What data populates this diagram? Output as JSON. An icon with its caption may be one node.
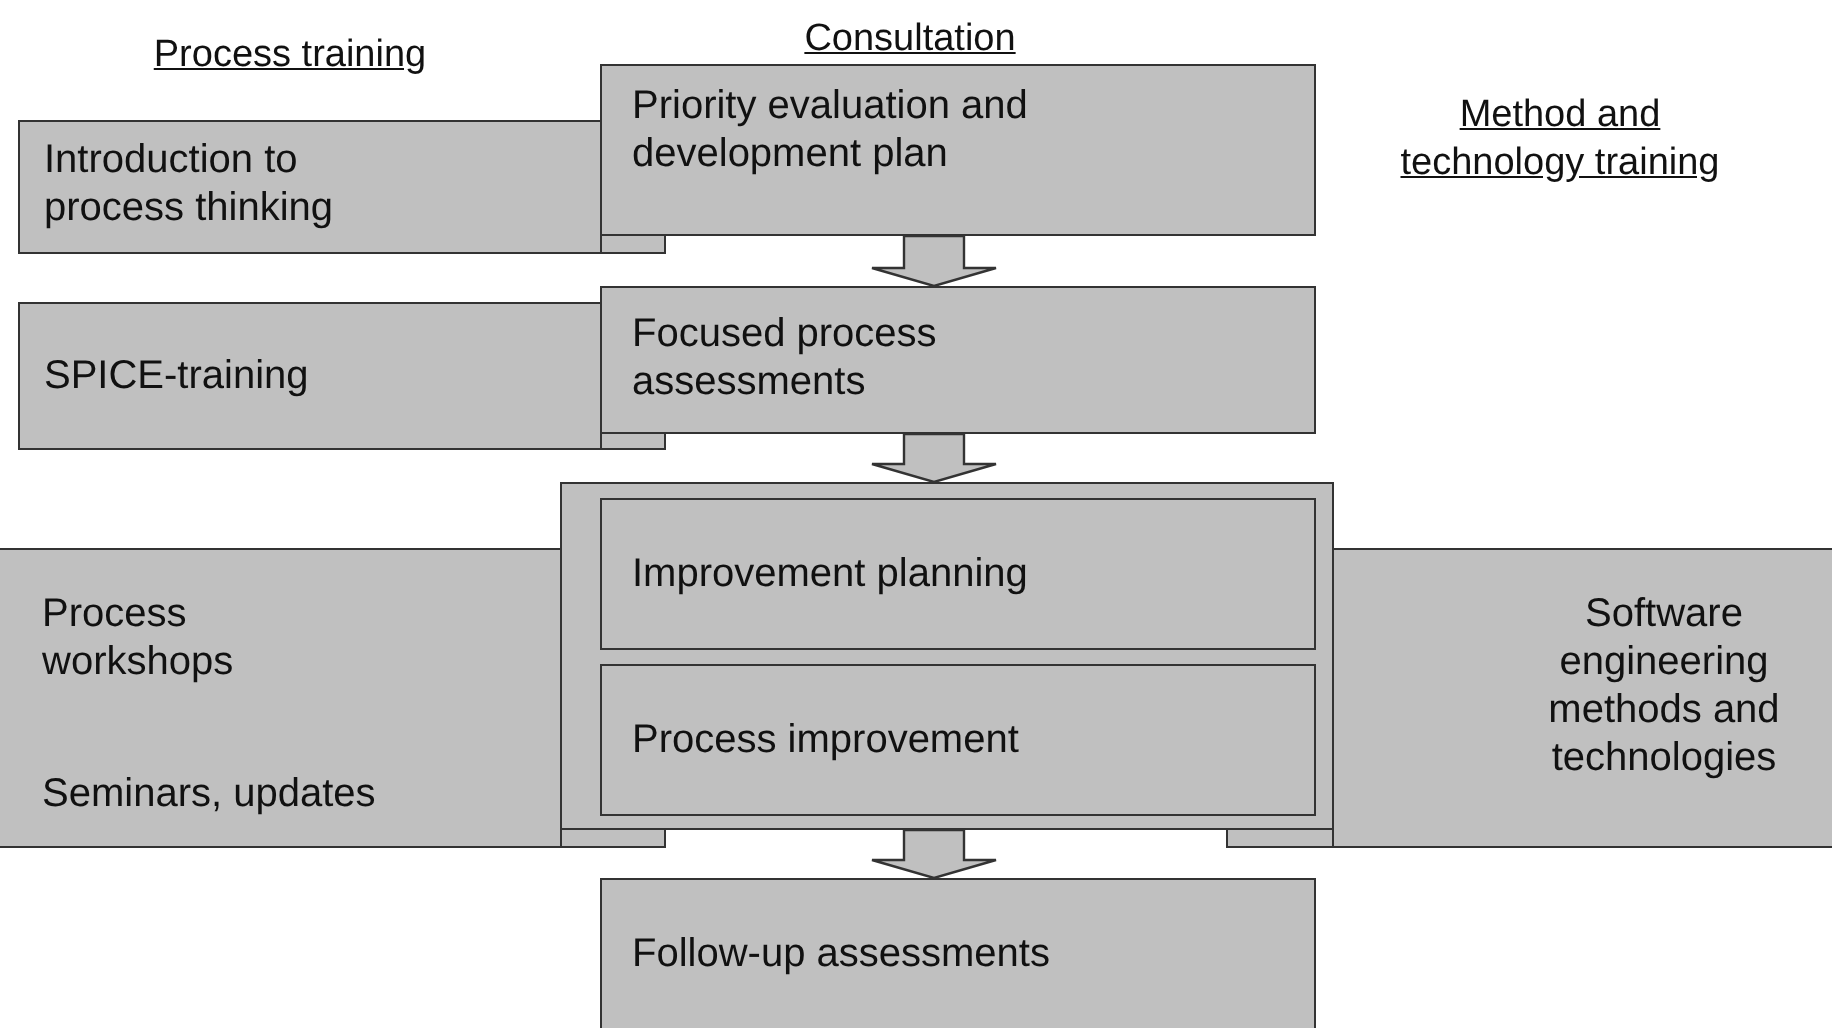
{
  "diagram": {
    "nodes": [
      {
        "text": [
          "Priority evaluation and development plan"
        ]
      },
      {
        "text": [
          "Introduction to process thinking"
        ]
      },
      {
        "text": [
          "Focused process assessments"
        ]
      },
      {
        "text": [
          "SPICE-training"
        ]
      },
      {
        "text": [
          "Process workshops",
          "Seminars, updates"
        ]
      },
      {
        "text": [],
        "shape": "box"
      },
      {
        "text": [
          "Improvement planning"
        ],
        "in": 5
      },
      {
        "text": [
          "Process improvement"
        ],
        "in": 5
      },
      {
        "text": [
          "Software engineering methods and technologies"
        ]
      },
      {
        "text": [
          "Follow-up assessments"
        ]
      }
    ],
    "edges": [
      {
        "from": 0,
        "to": 2,
        "arrow": "to",
        "style": "thick"
      },
      {
        "from": 2,
        "to": 5,
        "arrow": "to",
        "style": "thick"
      },
      {
        "from": 5,
        "to": 9,
        "arrow": "to",
        "style": "thick"
      }
    ],
    "labels": [
      "Process training",
      "Consultation",
      "Method and technology training"
    ]
  }
}
